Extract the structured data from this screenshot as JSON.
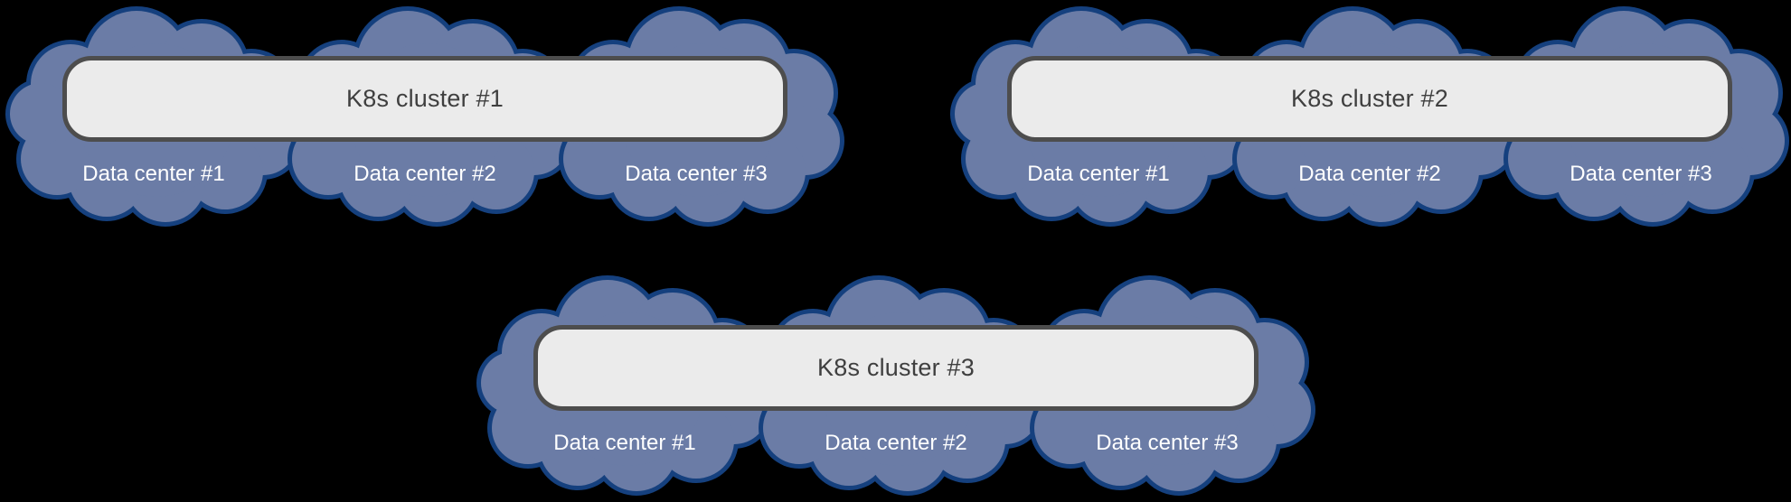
{
  "colors": {
    "canvas_background": "#000000",
    "cloud_fill": "#6B7CA6",
    "cloud_border": "#15407E",
    "box_fill": "#EBEBEB",
    "box_border": "#4D4D4D",
    "box_text": "#3F3F3F",
    "label_text": "#FFFFFF"
  },
  "groups": [
    {
      "cluster_label": "K8s cluster #1",
      "datacenters": [
        {
          "label": "Data center #1"
        },
        {
          "label": "Data center #2"
        },
        {
          "label": "Data center #3"
        }
      ]
    },
    {
      "cluster_label": "K8s cluster #2",
      "datacenters": [
        {
          "label": "Data center #1"
        },
        {
          "label": "Data center #2"
        },
        {
          "label": "Data center #3"
        }
      ]
    },
    {
      "cluster_label": "K8s cluster #3",
      "datacenters": [
        {
          "label": "Data center #1"
        },
        {
          "label": "Data center #2"
        },
        {
          "label": "Data center #3"
        }
      ]
    }
  ]
}
